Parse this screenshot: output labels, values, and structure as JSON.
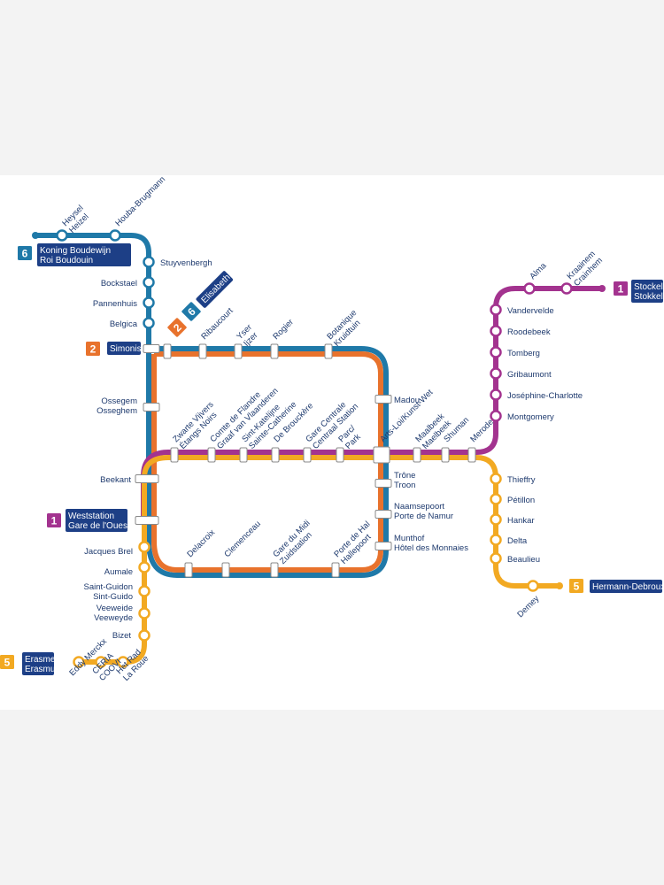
{
  "title": "Brussels Metro Map",
  "colors": {
    "line1": "#a3338f",
    "line2": "#e8722c",
    "line5": "#f2a922",
    "line6": "#1f79a8",
    "tag_bg": "#1d3f86",
    "label": "#1e3a6e"
  },
  "lines": {
    "1": {
      "number": "1",
      "terminus_east": "Stockel\nStokkel",
      "terminus_west": "Weststation\nGare de l'Ouest"
    },
    "2": {
      "number": "2",
      "terminus": "Simonis"
    },
    "5": {
      "number": "5",
      "terminus_east": "Hermann-Debroux",
      "terminus_west": "Erasme\nErasmus"
    },
    "6": {
      "number": "6",
      "terminus_north": "Koning Boudewijn\nRoi Boudouin",
      "terminus_elisabeth": "Elisabeth"
    }
  },
  "stations": {
    "line6_north": [
      "Heysel\nHeizel",
      "Houba-Brugmann",
      "Stuyvenbergh",
      "Bockstael",
      "Pannenhuis",
      "Belgica"
    ],
    "loop_top": [
      "Ribaucourt",
      "Yser\nIjzer",
      "Rogier",
      "Botanique\nKruidtuin"
    ],
    "loop_east": [
      "Madou",
      "Trône\nTroon",
      "Naamsepoort\nPorte de Namur",
      "Munthof\nHôtel des Monnaies"
    ],
    "loop_bottom": [
      "Delacroix",
      "Clemenceau",
      "Gare du Midi\nZuidstation",
      "Porte de Hal\nHallepoort"
    ],
    "loop_west": [
      "Ossegem\nOsseghem",
      "Beekant"
    ],
    "central": [
      "Zwarte Vijvers\nÉtangs Noirs",
      "Comte de Flandre\nGraaf van Vlaanderen",
      "Sint-Katelijne\nSainte-Catherine",
      "De Brouckère",
      "Gare Centrale\nCentraal Station",
      "Parc/\nPark",
      "Arts-Loi/Kunst-Wet",
      "Maalbeek\nMaelbeek",
      "Shuman",
      "Merode"
    ],
    "line1_east": [
      "Montgomery",
      "Joséphine-Charlotte",
      "Gribaumont",
      "Tomberg",
      "Roodebeek",
      "Vandervelde",
      "Alma",
      "Kraainem\nCrainhem"
    ],
    "line5_east": [
      "Thieffry",
      "Pétillon",
      "Hankar",
      "Delta",
      "Beaulieu",
      "Demey"
    ],
    "line5_west": [
      "Jacques Brel",
      "Aumale",
      "Saint-Guidon\nSint-Guido",
      "Veeweide\nVeeweyde",
      "Bizet",
      "Het Rad\nLa Roue",
      "CERIA\nCOOVI",
      "Eddy Merckx"
    ]
  }
}
